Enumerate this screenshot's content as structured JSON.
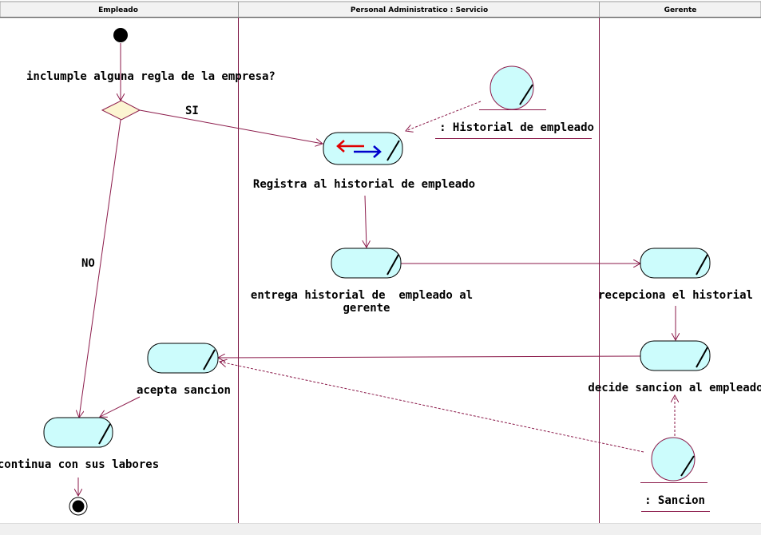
{
  "swimlanes": [
    "Empleado",
    "Personal Administratico : Servicio",
    "Gerente"
  ],
  "decision": {
    "question": "inclumple alguna regla de la empresa?",
    "yes": "SI",
    "no": "NO"
  },
  "activities": {
    "registra": "Registra al historial de empleado",
    "entrega_1": "entrega historial de  empleado al",
    "entrega_2": "gerente",
    "recepciona": "recepciona el historial",
    "decide": "decide sancion al empleado",
    "acepta": "acepta sancion",
    "continua": "continua con sus labores"
  },
  "objects": {
    "historial": ": Historial de empleado",
    "sancion": ": Sancion"
  },
  "colors": {
    "flow": "#8b1a4a",
    "activity_fill": "#ccfcfc",
    "decision_fill": "#fcf5d2",
    "lane_line": "#7a1040"
  }
}
